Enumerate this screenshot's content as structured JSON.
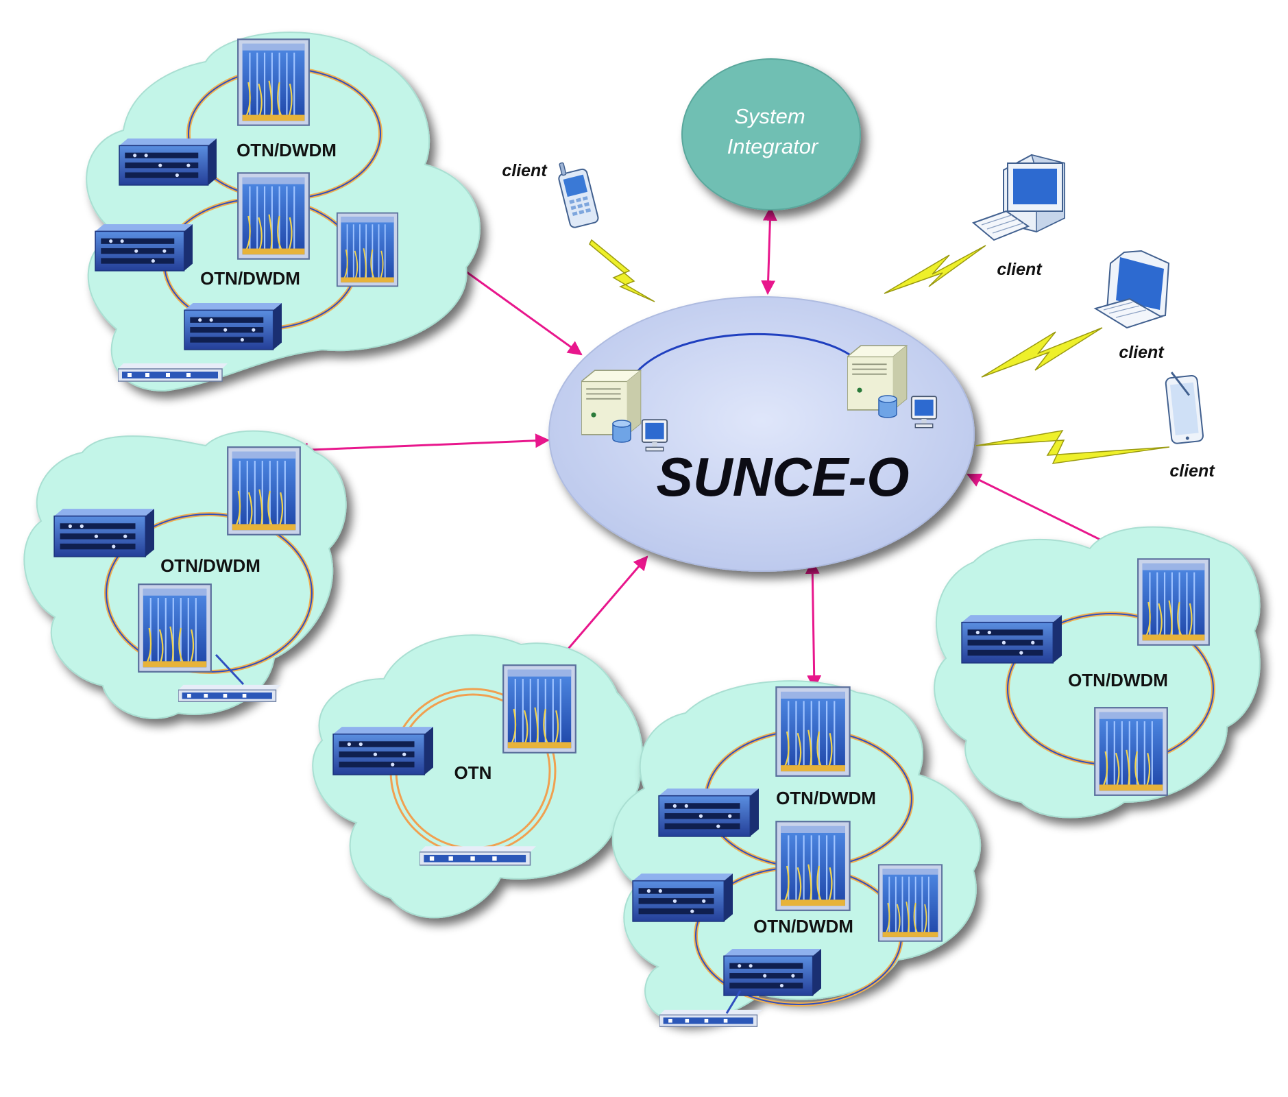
{
  "hub": {
    "title": "SUNCE-O"
  },
  "system_integrator": {
    "line1": "System",
    "line2": "Integrator"
  },
  "clients": [
    {
      "label": "client",
      "device": "mobile-phone-icon"
    },
    {
      "label": "client",
      "device": "desktop-computer-icon"
    },
    {
      "label": "client",
      "device": "laptop-icon"
    },
    {
      "label": "client",
      "device": "tablet-icon"
    }
  ],
  "networks": [
    {
      "labels": [
        "OTN/DWDM",
        "OTN/DWDM"
      ]
    },
    {
      "labels": [
        "OTN/DWDM"
      ]
    },
    {
      "labels": [
        "OTN"
      ]
    },
    {
      "labels": [
        "OTN/DWDM",
        "OTN/DWDM"
      ]
    },
    {
      "labels": [
        "OTN/DWDM"
      ]
    }
  ],
  "colors": {
    "cloud": "#c3f5e8",
    "hub": "#cfd8f2",
    "system_integrator": "#6fbfb3",
    "arrow": "#e8168c",
    "lightning": "#eef02a",
    "equipment": "#2f62c9",
    "ring_fiber": "#f0b050",
    "ring_core": "#2f4fbf"
  }
}
